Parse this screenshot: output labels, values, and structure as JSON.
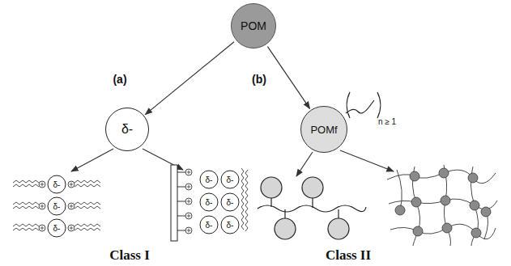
{
  "diagram": {
    "nodes": [
      {
        "text": [
          "POM"
        ]
      },
      {
        "text": [
          "δ-"
        ]
      },
      {
        "text": [
          "POMf"
        ]
      }
    ],
    "edges": [
      {
        "from": 0,
        "to": 1,
        "arrow": "to"
      },
      {
        "from": 0,
        "to": 2,
        "arrow": "to"
      }
    ],
    "labels": [
      "(a)",
      "(b)",
      "n ≥ 1",
      "δ-",
      "δ-",
      "δ-",
      "δ-",
      "δ-",
      "δ-",
      "δ-",
      "δ-",
      "δ-",
      "Class I",
      "Class II"
    ]
  }
}
